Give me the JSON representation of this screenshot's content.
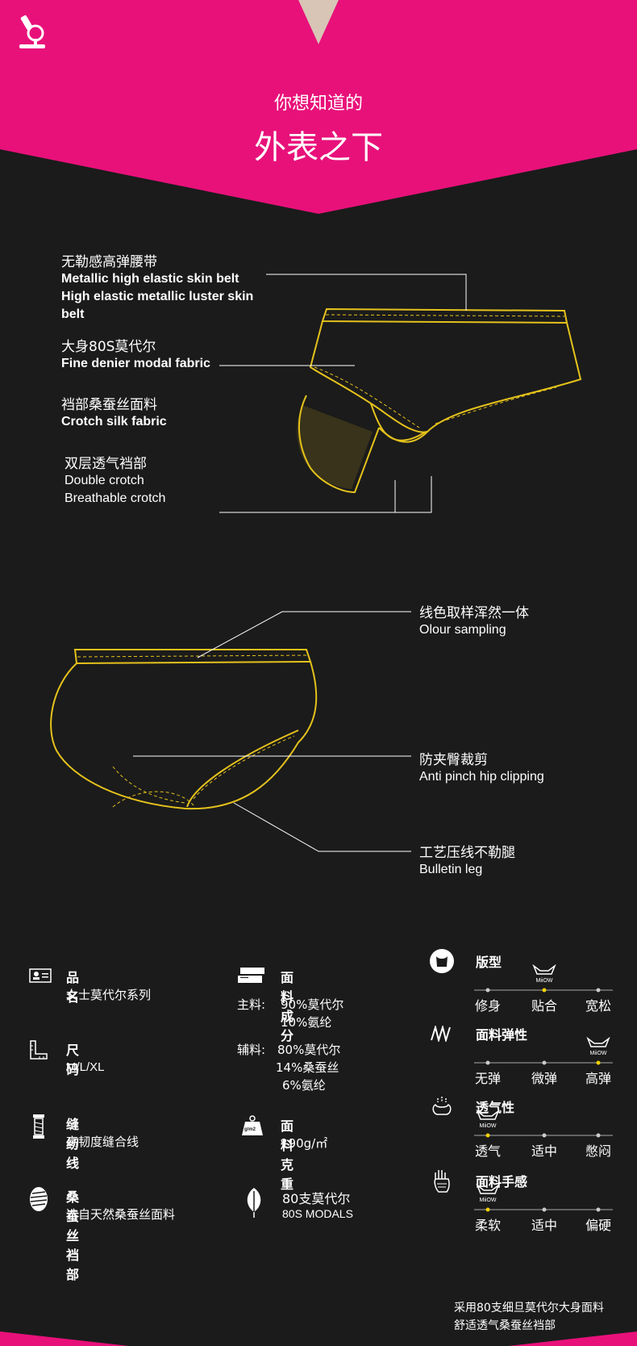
{
  "header": {
    "subtitle": "你想知道的",
    "title": "外表之下"
  },
  "diagram1": {
    "callouts": [
      {
        "cn": "无勒感高弹腰带",
        "en1": "Metallic high elastic skin belt",
        "en2": "High elastic metallic luster skin",
        "en3": "belt"
      },
      {
        "cn": "大身80S莫代尔",
        "en1": "Fine denier modal fabric"
      },
      {
        "cn": "裆部桑蚕丝面料",
        "en1": "Crotch silk fabric"
      },
      {
        "cn": "双层透气裆部",
        "en1": "Double crotch",
        "en2": "Breathable crotch"
      }
    ]
  },
  "diagram2": {
    "callouts": [
      {
        "cn": "线色取样浑然一体",
        "en": "Olour sampling"
      },
      {
        "cn": "防夹臀裁剪",
        "en": "Anti pinch hip clipping"
      },
      {
        "cn": "工艺压线不勒腿",
        "en": "Bulletin leg"
      }
    ]
  },
  "specs": {
    "name_title": "品名",
    "name_value": "女士莫代尔系列",
    "size_title": "尺码",
    "size_value": "M/L/XL",
    "thread_title": "缝纫线",
    "thread_value": "高韧度缝合线",
    "silk_title": "桑蚕丝裆部",
    "silk_value": "选自天然桑蚕丝面料",
    "fabric_title": "面料成分",
    "main_label": "主料:",
    "main_1": "90%莫代尔",
    "main_2": "10%氨纶",
    "aux_label": "辅料:",
    "aux_1": "80%莫代尔",
    "aux_2": "14%桑蚕丝",
    "aux_3": "6%氨纶",
    "weight_title": "面料克重",
    "weight_value": "190g/㎡",
    "weight_icon_text": "g/m2",
    "modal_title": "80支莫代尔",
    "modal_value": "80S  MODALS"
  },
  "scales": [
    {
      "title": "版型",
      "labels": [
        "修身",
        "贴合",
        "宽松"
      ],
      "selected": 1
    },
    {
      "title": "面料弹性",
      "labels": [
        "无弹",
        "微弹",
        "高弹"
      ],
      "selected": 2
    },
    {
      "title": "透气性",
      "labels": [
        "透气",
        "适中",
        "憋闷"
      ],
      "selected": 0
    },
    {
      "title": "面料手感",
      "labels": [
        "柔软",
        "适中",
        "偏硬"
      ],
      "selected": 0
    }
  ],
  "brand_mark": "MiiOW",
  "footer": {
    "line1": "采用80支细旦莫代尔大身面料",
    "line2": "舒适透气桑蚕丝裆部"
  },
  "colors": {
    "accent": "#e8117a",
    "background": "#1b1b1b",
    "outline": "#e5c21c",
    "marker": "#f2d100"
  }
}
